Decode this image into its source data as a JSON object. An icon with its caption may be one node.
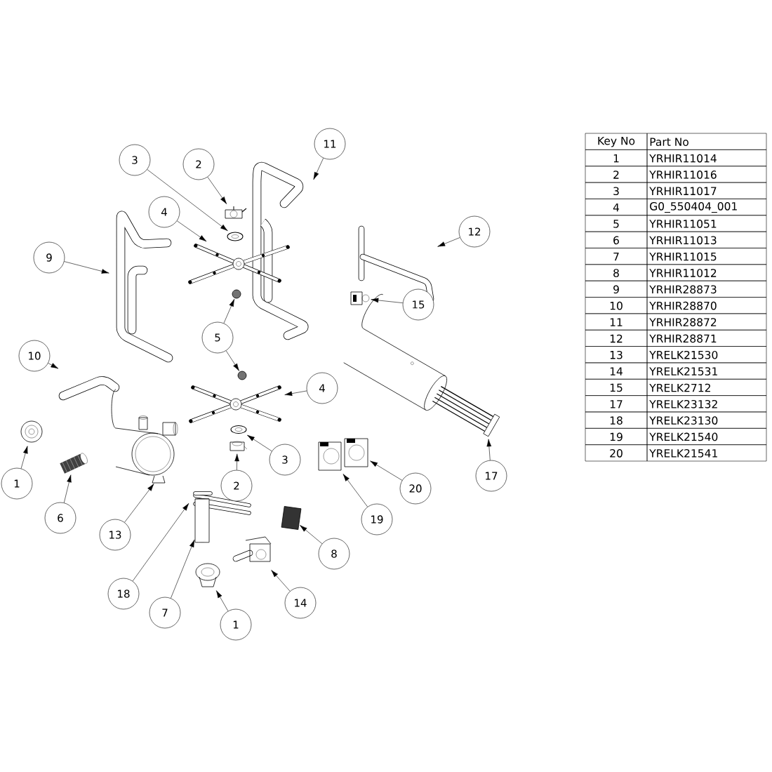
{
  "diagram": {
    "nodes": [
      {
        "text": [
          "3"
        ]
      },
      {
        "text": [
          "2"
        ]
      },
      {
        "text": [
          "11"
        ]
      },
      {
        "text": [
          "4"
        ]
      },
      {
        "text": [
          "9"
        ]
      },
      {
        "text": [
          "12"
        ]
      },
      {
        "text": [
          "15"
        ]
      },
      {
        "text": [
          "5"
        ]
      },
      {
        "text": [
          "10"
        ]
      },
      {
        "text": [
          "4"
        ]
      },
      {
        "text": [
          "1"
        ]
      },
      {
        "text": [
          "6"
        ]
      },
      {
        "text": [
          "3"
        ]
      },
      {
        "text": [
          "2"
        ]
      },
      {
        "text": [
          "13"
        ]
      },
      {
        "text": [
          "17"
        ]
      },
      {
        "text": [
          "20"
        ]
      },
      {
        "text": [
          "19"
        ]
      },
      {
        "text": [
          "8"
        ]
      },
      {
        "text": [
          "18"
        ]
      },
      {
        "text": [
          "7"
        ]
      },
      {
        "text": [
          "14"
        ]
      },
      {
        "text": [
          "1"
        ]
      },
      {
        "text": [],
        "shape": "picture"
      },
      {
        "text": [],
        "shape": "picture"
      },
      {
        "text": [],
        "shape": "picture"
      },
      {
        "text": [],
        "shape": "picture"
      },
      {
        "text": [],
        "shape": "picture"
      },
      {
        "text": [],
        "shape": "circle"
      },
      {
        "text": [],
        "shape": "picture"
      },
      {
        "text": [],
        "shape": "picture"
      },
      {
        "text": [],
        "shape": "picture"
      },
      {
        "text": [],
        "shape": "circle"
      },
      {
        "text": [],
        "shape": "picture"
      },
      {
        "text": [],
        "shape": "picture"
      },
      {
        "text": [],
        "shape": "picture"
      },
      {
        "text": [],
        "shape": "picture"
      },
      {
        "text": [],
        "shape": "picture"
      },
      {
        "text": [],
        "shape": "picture"
      },
      {
        "text": [],
        "shape": "picture"
      },
      {
        "text": [],
        "shape": "picture"
      },
      {
        "text": [],
        "shape": "picture"
      },
      {
        "text": [],
        "shape": "box"
      },
      {
        "text": [],
        "shape": "picture"
      },
      {
        "text": [],
        "shape": "cylinder"
      },
      {
        "text": [],
        "shape": "picture"
      },
      {
        "text": [],
        "shape": "picture"
      }
    ],
    "edges": [
      {
        "from": 0,
        "to": 26,
        "arrow": "to"
      },
      {
        "from": 1,
        "to": 25,
        "arrow": "to"
      },
      {
        "from": 2,
        "to": 24,
        "arrow": "to"
      },
      {
        "from": 3,
        "to": 27,
        "arrow": "to"
      },
      {
        "from": 4,
        "to": 23,
        "arrow": "to"
      },
      {
        "from": 5,
        "to": 29,
        "arrow": "to"
      },
      {
        "from": 6,
        "to": 30,
        "arrow": "to"
      },
      {
        "from": 7,
        "to": 28,
        "arrow": "to"
      },
      {
        "from": 7,
        "to": 32,
        "arrow": "to"
      },
      {
        "from": 8,
        "to": 33,
        "arrow": "to"
      },
      {
        "from": 9,
        "to": 34,
        "arrow": "to"
      },
      {
        "from": 10,
        "to": 37,
        "arrow": "to"
      },
      {
        "from": 11,
        "to": 38,
        "arrow": "to"
      },
      {
        "from": 12,
        "to": 35,
        "arrow": "to"
      },
      {
        "from": 13,
        "to": 36,
        "arrow": "to"
      },
      {
        "from": 14,
        "to": 39,
        "arrow": "to"
      },
      {
        "from": 15,
        "to": 31,
        "arrow": "to"
      },
      {
        "from": 16,
        "to": 41,
        "arrow": "to"
      },
      {
        "from": 17,
        "to": 40,
        "arrow": "to"
      },
      {
        "from": 18,
        "to": 42,
        "arrow": "to"
      },
      {
        "from": 19,
        "to": 43,
        "arrow": "to"
      },
      {
        "from": 20,
        "to": 44,
        "arrow": "to"
      },
      {
        "from": 21,
        "to": 45,
        "arrow": "to"
      },
      {
        "from": 22,
        "to": 46,
        "arrow": "to"
      }
    ],
    "labels": [
      "Key No",
      "Part No",
      "1",
      "YRHIR11014",
      "2",
      "YRHIR11016",
      "3",
      "YRHIR11017",
      "4",
      "G0_550404_001",
      "5",
      "YRHIR11051",
      "6",
      "YRHIR11013",
      "7",
      "YRHIR11015",
      "8",
      "YRHIR11012",
      "9",
      "YRHIR28873",
      "10",
      "YRHIR28870",
      "11",
      "YRHIR28872",
      "12",
      "YRHIR28871",
      "13",
      "YRELK21530",
      "14",
      "YRELK21531",
      "15",
      "YRELK2712",
      "17",
      "YRELK23132",
      "18",
      "YRELK23130",
      "19",
      "YRELK21540",
      "20",
      "YRELK21541"
    ]
  }
}
